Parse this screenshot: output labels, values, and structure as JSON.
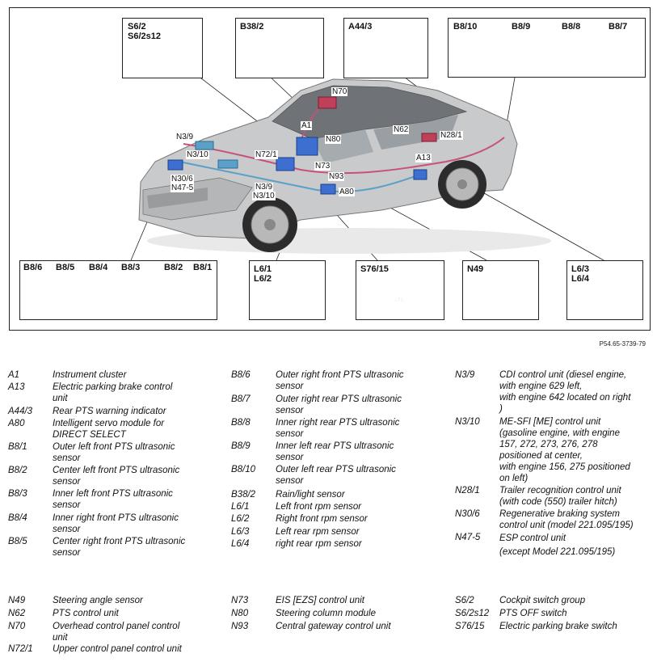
{
  "figure_ref": "P54.65-3739-79",
  "callout_boxes": {
    "s6": [
      "S6/2",
      "S6/2s12"
    ],
    "b38": [
      "B38/2"
    ],
    "a44": [
      "A44/3"
    ],
    "rear_bumper": [
      "B8/10",
      "B8/9",
      "B8/8",
      "B8/7"
    ],
    "front_bumper": [
      "B8/6",
      "B8/5",
      "B8/4",
      "B8/3",
      "B8/2",
      "B8/1"
    ],
    "l6front": [
      "L6/1",
      "L6/2"
    ],
    "s76": [
      "S76/15"
    ],
    "n49": [
      "N49"
    ],
    "l6rear": [
      "L6/3",
      "L6/4"
    ]
  },
  "car_labels": {
    "n70": "N70",
    "a1": "A1",
    "n39": "N3/9",
    "n310": "N3/10",
    "n721": "N72/1",
    "n80": "N80",
    "n62": "N62",
    "n281": "N28/1",
    "a13": "A13",
    "n73": "N73",
    "n93": "N93",
    "n306": "N30/6",
    "n475": "N47-5",
    "n39b": "N3/9",
    "n310b": "N3/10",
    "a80": "A80"
  },
  "switch_label": "LTS",
  "colors": {
    "car_body": "#c9cacc",
    "harness_pink": "#c8507a",
    "harness_blue": "#5aa0c8",
    "component_blue": "#3c6fd0",
    "component_red": "#c0405a",
    "led_green": "#4caf50"
  },
  "legend": {
    "col1": [
      {
        "code": "A1",
        "desc": "Instrument cluster"
      },
      {
        "code": "A13",
        "desc": "Electric parking brake control\nunit"
      },
      {
        "code": "A44/3",
        "desc": "Rear PTS warning indicator"
      },
      {
        "code": "A80",
        "desc": "Intelligent servo module for\nDIRECT SELECT"
      },
      {
        "code": "B8/1",
        "desc": "Outer left front PTS ultrasonic\nsensor"
      },
      {
        "code": "B8/2",
        "desc": "Center left front PTS ultrasonic\nsensor"
      },
      {
        "code": "B8/3",
        "desc": "Inner left front PTS ultrasonic\nsensor"
      },
      {
        "code": "B8/4",
        "desc": "Inner right front PTS ultrasonic\nsensor"
      },
      {
        "code": "B8/5",
        "desc": "Center right front PTS ultrasonic\nsensor"
      },
      {
        "code": "N49",
        "desc": "Steering angle sensor"
      },
      {
        "code": "N62",
        "desc": "PTS control unit"
      },
      {
        "code": "N70",
        "desc": "Overhead control panel control\nunit"
      },
      {
        "code": "N72/1",
        "desc": "Upper control panel control unit"
      }
    ],
    "col2": [
      {
        "code": "B8/6",
        "desc": "Outer right front PTS ultrasonic\nsensor"
      },
      {
        "code": "B8/7",
        "desc": "Outer right rear PTS ultrasonic\nsensor"
      },
      {
        "code": "B8/8",
        "desc": "Inner right rear PTS ultrasonic\nsensor"
      },
      {
        "code": "B8/9",
        "desc": "Inner left rear PTS ultrasonic\nsensor"
      },
      {
        "code": "B8/10",
        "desc": "Outer left rear PTS ultrasonic\nsensor"
      },
      {
        "code": "B38/2",
        "desc": "Rain/light sensor"
      },
      {
        "code": "L6/1",
        "desc": "Left front rpm sensor"
      },
      {
        "code": "L6/2",
        "desc": "Right front rpm sensor"
      },
      {
        "code": "L6/3",
        "desc": "Left rear rpm sensor"
      },
      {
        "code": "L6/4",
        "desc": "right rear rpm sensor"
      },
      {
        "code": "N73",
        "desc": "EIS [EZS] control unit"
      },
      {
        "code": "N80",
        "desc": "Steering column module"
      },
      {
        "code": "N93",
        "desc": "Central gateway control unit"
      }
    ],
    "col3": [
      {
        "code": "N3/9",
        "desc": "CDI control unit (diesel engine,\nwith engine 629 left,\nwith engine 642 located on right\n)"
      },
      {
        "code": "N3/10",
        "desc": "ME-SFI [ME] control unit\n(gasoline engine, with engine\n157, 272, 273, 276, 278\npositioned at center,\nwith engine 156, 275 positioned\non left)"
      },
      {
        "code": "N28/1",
        "desc": "Trailer recognition control unit\n(with code (550) trailer hitch)"
      },
      {
        "code": "N30/6",
        "desc": "Regenerative braking system\ncontrol unit (model 221.095/195)"
      },
      {
        "code": "N47-5",
        "desc": "ESP control unit\n(except Model 221.095/195)"
      },
      {
        "code": "S6/2",
        "desc": "Cockpit switch group"
      },
      {
        "code": "S6/2s12",
        "desc": "PTS OFF switch"
      },
      {
        "code": "S76/15",
        "desc": "Electric parking brake switch"
      }
    ]
  }
}
